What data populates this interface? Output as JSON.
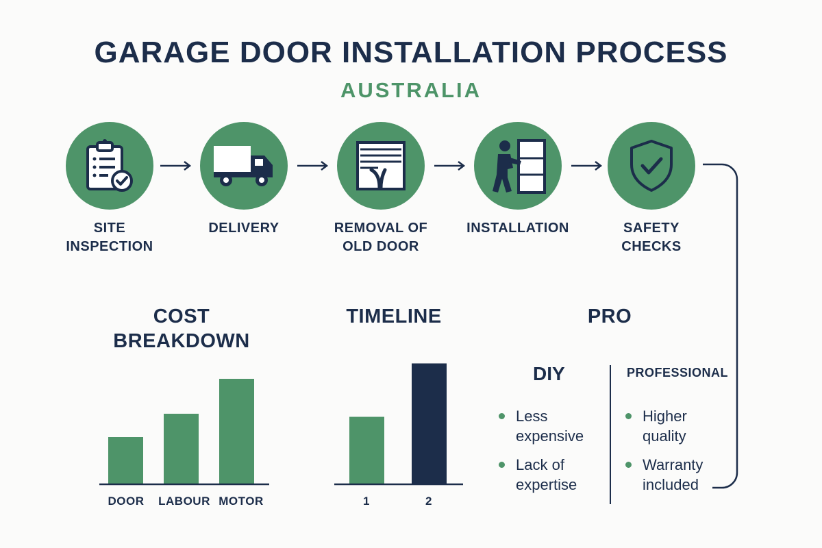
{
  "title": "GARAGE DOOR INSTALLATION PROCESS",
  "subtitle": "AUSTRALIA",
  "colors": {
    "green": "#4e9469",
    "navy": "#1c2d4a",
    "background": "#fbfbfa"
  },
  "steps": [
    {
      "label": "SITE\nINSPECTION",
      "icon": "clipboard-check-icon"
    },
    {
      "label": "DELIVERY",
      "icon": "truck-icon"
    },
    {
      "label": "REMOVAL OF\nOLD DOOR",
      "icon": "garage-door-icon"
    },
    {
      "label": "INSTALLATION",
      "icon": "worker-installing-icon"
    },
    {
      "label": "SAFETY\nCHECKS",
      "icon": "shield-check-icon"
    }
  ],
  "cost_breakdown": {
    "title": "COST\nBREAKDOWN"
  },
  "timeline": {
    "title": "TIMELINE"
  },
  "comparison": {
    "title": "PRO",
    "diy": {
      "heading": "DIY",
      "points": [
        "Less\nexpensive",
        "Lack of\nexpertise"
      ]
    },
    "professional": {
      "heading": "PROFESSIONAL",
      "points": [
        "Higher\nquality",
        "Warranty\nincluded"
      ]
    }
  },
  "chart_data": [
    {
      "type": "bar",
      "title": "COST\nBREAKDOWN",
      "categories": [
        "DOOR",
        "LABOUR",
        "MOTOR"
      ],
      "values": [
        4,
        6,
        9
      ],
      "ylim": [
        0,
        10
      ],
      "grid": false,
      "colors": [
        "#4e9469",
        "#4e9469",
        "#4e9469"
      ]
    },
    {
      "type": "bar",
      "title": "TIMELINE",
      "categories": [
        "1",
        "2"
      ],
      "values": [
        5,
        9
      ],
      "ylim": [
        0,
        10
      ],
      "grid": false,
      "colors": [
        "#4e9469",
        "#1c2d4a"
      ]
    }
  ]
}
